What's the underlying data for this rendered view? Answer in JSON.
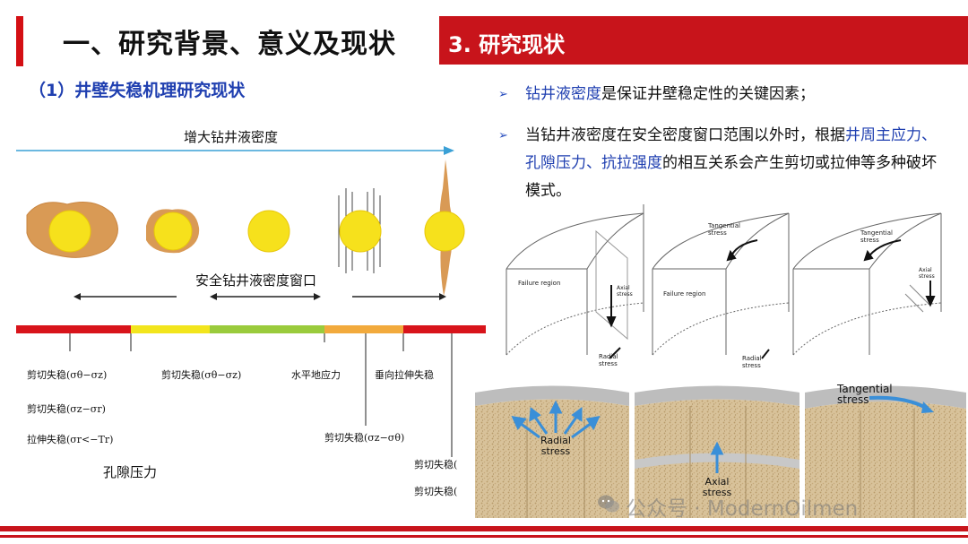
{
  "header": {
    "title": "一、研究背景、意义及现状",
    "section": "3. 研究现状"
  },
  "subtitle": "（1）井壁失稳机理研究现状",
  "bullets": {
    "b1_hl": "钻井液密度",
    "b1_rest": "是保证井壁稳定性的关键因素；",
    "b2_pre": "当钻井液密度在安全密度窗口范围以外时，根据",
    "b2_hl": "井周主应力、孔隙压力、抗拉强度",
    "b2_post": "的相互关系会产生剪切或拉伸等多种破坏模式。"
  },
  "left_diagram": {
    "top_arrow_label": "增大钻井液密度",
    "window_label": "安全钻井液密度窗口",
    "bar_colors": [
      "#d8141b",
      "#f2e51d",
      "#9acb3c",
      "#f2aa3c",
      "#d8141b"
    ],
    "labels": {
      "shear1": "剪切失稳(σθ−σz)",
      "shear2": "剪切失稳(σz−σr)",
      "tension1": "拉伸失稳(σr<−Tr)",
      "pore": "孔隙压力",
      "shear3": "剪切失稳(σθ−σz)",
      "horizontal": "水平地应力",
      "vertical": "垂向拉伸失稳",
      "shear4": "剪切失稳(σz−σθ)",
      "shear5": "剪切失稳(",
      "shear6": "剪切失稳("
    }
  },
  "right_diagram": {
    "failure_region": "Failure region",
    "axial": "Axial stress",
    "radial": "Radial stress",
    "tangential": "Tangential stress",
    "photo_radial": "Radial stress",
    "photo_axial": "Axial stress",
    "photo_tangential": "Tangential stress"
  },
  "watermark": "公众号 · ModernOilmen",
  "colors": {
    "accent": "#c8141b",
    "highlight": "#1f3fb0"
  }
}
